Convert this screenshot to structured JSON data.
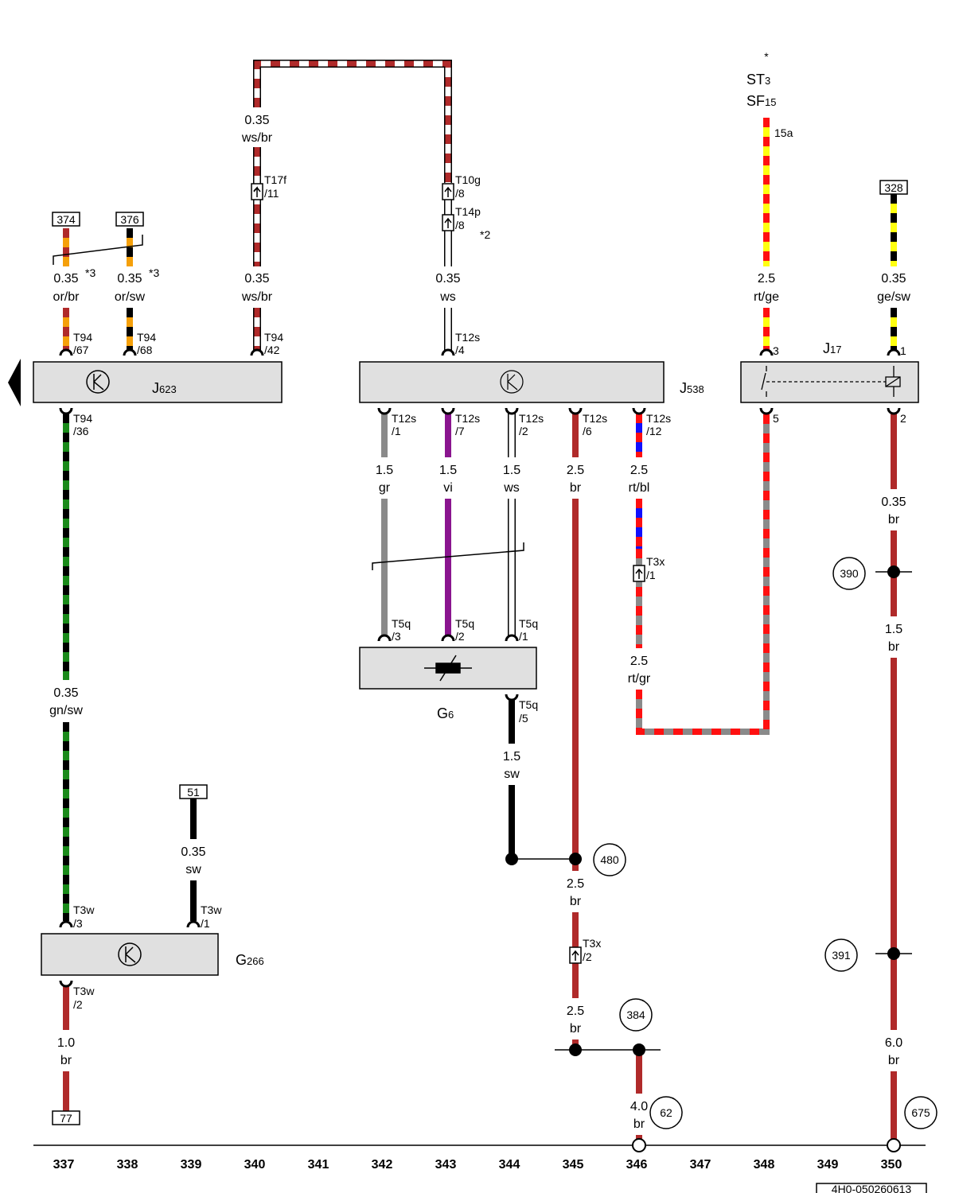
{
  "colors": {
    "or": "#f5a00a",
    "br": "#b02a2a",
    "sw": "#000000",
    "ws": "#ffffff",
    "gr": "#8a8a8a",
    "vi": "#8a158f",
    "gn": "#1a8a1a",
    "rt": "#ff1010",
    "bl": "#1010ff",
    "ge": "#ffff10",
    "component_fill": "#e0e0e0"
  },
  "references": {
    "r374": "374",
    "r376": "376",
    "r328": "328",
    "r51": "51",
    "r77": "77"
  },
  "notes": {
    "n3a": "*3",
    "n3b": "*3",
    "n2": "*2",
    "star": "*"
  },
  "components": {
    "J623": {
      "letter": "J",
      "sub": "623"
    },
    "J538": {
      "letter": "J",
      "sub": "538"
    },
    "J17": {
      "letter": "J",
      "sub": "17"
    },
    "G6": {
      "letter": "G",
      "sub": "6"
    },
    "G266": {
      "letter": "G",
      "sub": "266"
    },
    "ST3": {
      "letter": "ST",
      "sub": "3"
    },
    "SF15": {
      "letter": "SF",
      "sub": "15"
    }
  },
  "wire_labels": {
    "w374_size": "0.35",
    "w374_color": "or/br",
    "w376_size": "0.35",
    "w376_color": "or/sw",
    "w340_top_size": "0.35",
    "w340_top_color": "ws/br",
    "w340_size": "0.35",
    "w340_color": "ws/br",
    "w343_size": "0.35",
    "w343_color": "ws",
    "w348_size": "2.5",
    "w348_color": "rt/ge",
    "w350_top_size": "0.35",
    "w350_top_color": "ge/sw",
    "w337_size": "0.35",
    "w337_color": "gn/sw",
    "w342_size": "1.5",
    "w342_color": "gr",
    "w343b_size": "1.5",
    "w343b_color": "vi",
    "w344_size": "1.5",
    "w344_color": "ws",
    "w345_size": "2.5",
    "w345_color": "br",
    "w346_size": "2.5",
    "w346_color": "rt/bl",
    "w346b_size": "2.5",
    "w346b_color": "rt/gr",
    "w350a_size": "0.35",
    "w350a_color": "br",
    "w350b_size": "1.5",
    "w350b_color": "br",
    "w350c_size": "6.0",
    "w350c_color": "br",
    "w344b_size": "1.5",
    "w344b_color": "sw",
    "w345b_size": "2.5",
    "w345b_color": "br",
    "w345c_size": "2.5",
    "w345c_color": "br",
    "w346c_size": "4.0",
    "w346c_color": "br",
    "w339_size": "0.35",
    "w339_color": "sw",
    "w337b_size": "1.0",
    "w337b_color": "br"
  },
  "connectors": {
    "c_t94_67a": "T94",
    "c_t94_67b": "/67",
    "c_t94_68a": "T94",
    "c_t94_68b": "/68",
    "c_t94_42a": "T94",
    "c_t94_42b": "/42",
    "c_t94_36a": "T94",
    "c_t94_36b": "/36",
    "c_t17f_a": "T17f",
    "c_t17f_b": "/11",
    "c_t10g_a": "T10g",
    "c_t10g_b": "/8",
    "c_t14p_a": "T14p",
    "c_t14p_b": "/8",
    "c_t12s4_a": "T12s",
    "c_t12s4_b": "/4",
    "c_t12s1_a": "T12s",
    "c_t12s1_b": "/1",
    "c_t12s7_a": "T12s",
    "c_t12s7_b": "/7",
    "c_t12s2_a": "T12s",
    "c_t12s2_b": "/2",
    "c_t12s6_a": "T12s",
    "c_t12s6_b": "/6",
    "c_t12s12_a": "T12s",
    "c_t12s12_b": "/12",
    "c_t3x1_a": "T3x",
    "c_t3x1_b": "/1",
    "c_t5q3_a": "T5q",
    "c_t5q3_b": "/3",
    "c_t5q2_a": "T5q",
    "c_t5q2_b": "/2",
    "c_t5q1_a": "T5q",
    "c_t5q1_b": "/1",
    "c_t5q5_a": "T5q",
    "c_t5q5_b": "/5",
    "c_t3x2_a": "T3x",
    "c_t3x2_b": "/2",
    "c_t3w3_a": "T3w",
    "c_t3w3_b": "/3",
    "c_t3w1_a": "T3w",
    "c_t3w1_b": "/1",
    "c_t3w2_a": "T3w",
    "c_t3w2_b": "/2",
    "c_j17_3": "3",
    "c_j17_1": "1",
    "c_j17_5": "5",
    "c_j17_2": "2",
    "c_15a": "15a"
  },
  "circled_refs": {
    "c390": "390",
    "c391": "391",
    "c480": "480",
    "c384": "384",
    "c62": "62",
    "c675": "675"
  },
  "footer": {
    "tracks": [
      "337",
      "338",
      "339",
      "340",
      "341",
      "342",
      "343",
      "344",
      "345",
      "346",
      "347",
      "348",
      "349",
      "350"
    ],
    "doc_code": "4H0-050260613"
  }
}
